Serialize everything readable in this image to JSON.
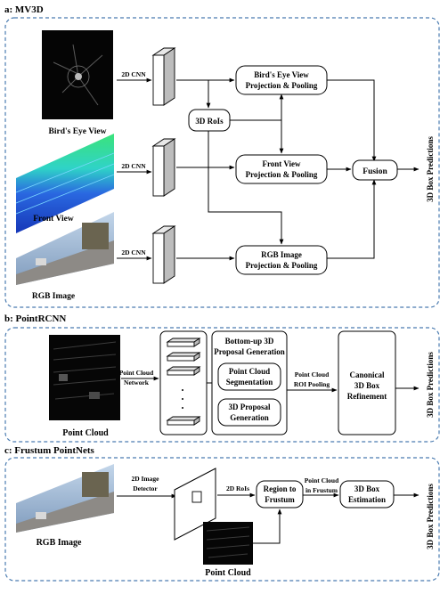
{
  "colors": {
    "frame_border": "#4a7bb0",
    "dark_image": "#0b0b0b",
    "front_view_blue": "#1f4fd6",
    "front_view_green": "#39c27a",
    "sky": "#9fb9d6",
    "road": "#8d8a86"
  },
  "sections": {
    "a": {
      "title": "a: MV3D",
      "inputs": [
        "Bird's Eye View",
        "Front View",
        "RGB Image"
      ],
      "cnn_label": "2D CNN",
      "rois_label": "3D RoIs",
      "bev_pool": [
        "Bird's Eye View",
        "Projection & Pooling"
      ],
      "fv_pool": [
        "Front View",
        "Projection & Pooling"
      ],
      "rgb_pool": [
        "RGB Image",
        "Projection & Pooling"
      ],
      "fusion_label": "Fusion",
      "output_label": "3D Box Predictions"
    },
    "b": {
      "title": "b: PointRCNN",
      "input_label": "Point Cloud",
      "network_label": [
        "Point Cloud",
        "Network"
      ],
      "stage1_title": [
        "Bottom-up 3D",
        "Proposal Generation"
      ],
      "seg_label": [
        "Point Cloud",
        "Segmentation"
      ],
      "prop_label": [
        "3D Proposal",
        "Generation"
      ],
      "roi_pool_label": [
        "Point Cloud",
        "ROI Pooling"
      ],
      "refine_label": [
        "Canonical",
        "3D Box",
        "Refinement"
      ],
      "output_label": "3D Box Predictions"
    },
    "c": {
      "title": "c: Frustum PointNets",
      "rgb_label": "RGB Image",
      "detector_label": [
        "2D Image",
        "Detector"
      ],
      "rois_label": "2D RoIs",
      "region_label": [
        "Region to",
        "Frustum"
      ],
      "pc_in_frustum_label": [
        "Point Cloud",
        "in Frustum"
      ],
      "estimation_label": [
        "3D Box",
        "Estimation"
      ],
      "pc_label": "Point Cloud",
      "output_label": "3D Box Predictions"
    }
  }
}
